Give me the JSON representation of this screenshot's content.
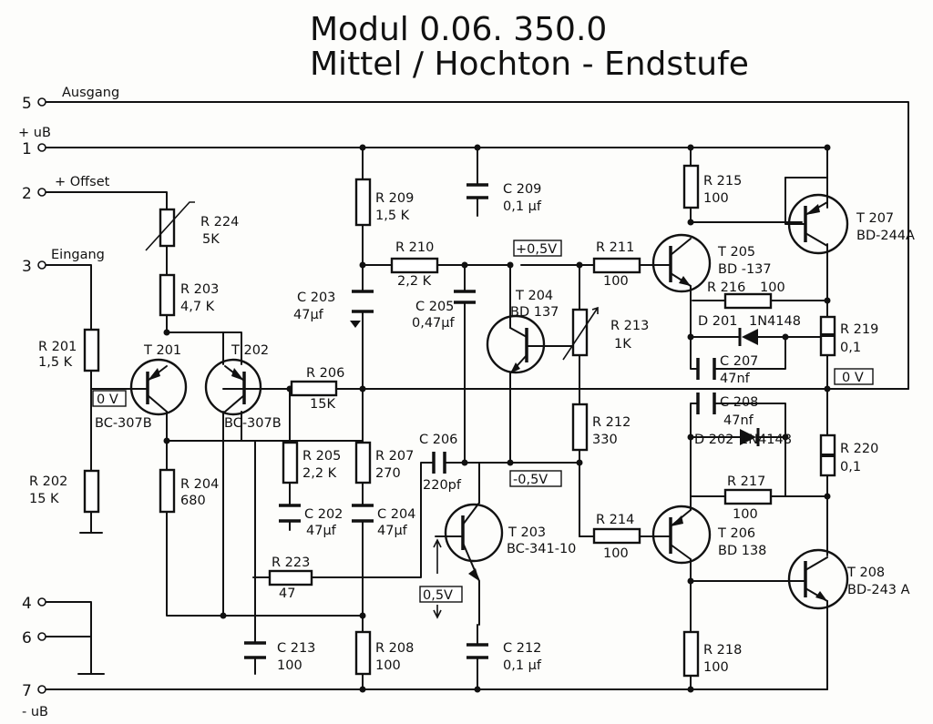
{
  "title": {
    "line1": "Modul  0.06. 350.0",
    "line2": "Mittel / Hochton - Endstufe"
  },
  "pins": {
    "p5": {
      "num": "5",
      "name": "Ausgang"
    },
    "p1": {
      "num": "1",
      "name": "+ uB"
    },
    "p2": {
      "num": "2",
      "name": "+ Offset"
    },
    "p3": {
      "num": "3",
      "name": "Eingang"
    },
    "p4": {
      "num": "4"
    },
    "p6": {
      "num": "6"
    },
    "p7": {
      "num": "7",
      "name": "- uB"
    }
  },
  "transistors": {
    "t201": {
      "ref": "T 201",
      "type": "BC-307B"
    },
    "t202": {
      "ref": "T 202",
      "type": "BC-307B"
    },
    "t203": {
      "ref": "T 203",
      "type": "BC-341-10"
    },
    "t204": {
      "ref": "T 204",
      "type": "BD 137"
    },
    "t205": {
      "ref": "T 205",
      "type": "BD -137"
    },
    "t206": {
      "ref": "T 206",
      "type": "BD 138"
    },
    "t207": {
      "ref": "T 207",
      "type": "BD-244A"
    },
    "t208": {
      "ref": "T  208",
      "type": "BD-243 A"
    }
  },
  "resistors": {
    "r201": {
      "ref": "R 201",
      "value": "1,5 K"
    },
    "r202": {
      "ref": "R 202",
      "value": "15 K"
    },
    "r203": {
      "ref": "R 203",
      "value": "4,7 K"
    },
    "r204": {
      "ref": "R 204",
      "value": "680"
    },
    "r205": {
      "ref": "R 205",
      "value": "2,2 K"
    },
    "r206": {
      "ref": "R 206",
      "value": "15K"
    },
    "r207": {
      "ref": "R 207",
      "value": "270"
    },
    "r208": {
      "ref": "R 208",
      "value": "100"
    },
    "r209": {
      "ref": "R 209",
      "value": "1,5 K"
    },
    "r210": {
      "ref": "R 210",
      "value": "2,2 K"
    },
    "r211": {
      "ref": "R 211",
      "value": "100"
    },
    "r212": {
      "ref": "R 212",
      "value": "330"
    },
    "r213": {
      "ref": "R 213",
      "value": "1K"
    },
    "r214": {
      "ref": "R 214",
      "value": "100"
    },
    "r215": {
      "ref": "R 215",
      "value": "100"
    },
    "r216": {
      "ref": "R 216",
      "value": "100"
    },
    "r217": {
      "ref": "R 217",
      "value": "100"
    },
    "r218": {
      "ref": "R 218",
      "value": "100"
    },
    "r219": {
      "ref": "R 219",
      "value": "0,1"
    },
    "r220": {
      "ref": "R 220",
      "value": "0,1"
    },
    "r223": {
      "ref": "R 223",
      "value": "47"
    },
    "r224": {
      "ref": "R 224",
      "value": "5K"
    }
  },
  "capacitors": {
    "c202": {
      "ref": "C 202",
      "value": "47µf"
    },
    "c203": {
      "ref": "C 203",
      "value": "47µf"
    },
    "c204": {
      "ref": "C 204",
      "value": "47µf"
    },
    "c205": {
      "ref": "C 205",
      "value": "0,47µf"
    },
    "c206": {
      "ref": "C 206",
      "value": "220pf"
    },
    "c207": {
      "ref": "C 207",
      "value": "47nf"
    },
    "c208": {
      "ref": "C 208",
      "value": "47nf"
    },
    "c209": {
      "ref": "C 209",
      "value": "0,1 µf"
    },
    "c212": {
      "ref": "C 212",
      "value": "0,1 µf"
    },
    "c213": {
      "ref": "C 213",
      "value": "100"
    }
  },
  "diodes": {
    "d201": {
      "ref": "D 201",
      "type": "1N4148"
    },
    "d202": {
      "ref": "D 202",
      "type": "1N4148"
    }
  },
  "voltages": {
    "v_in": "0 V",
    "v_pos": "+0,5V",
    "v_neg": "-0,5V",
    "v_base": "0,5V",
    "v_out": "0 V"
  }
}
